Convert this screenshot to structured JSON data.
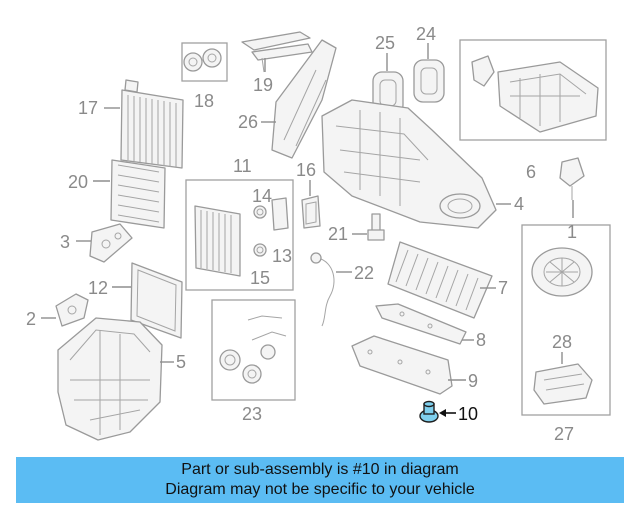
{
  "highlighted_part": "10",
  "labels": {
    "l1": "1",
    "l2": "2",
    "l3": "3",
    "l4": "4",
    "l5": "5",
    "l6": "6",
    "l7": "7",
    "l8": "8",
    "l9": "9",
    "l10": "10",
    "l11": "11",
    "l12": "12",
    "l13": "13",
    "l14": "14",
    "l15": "15",
    "l16": "16",
    "l17": "17",
    "l18": "18",
    "l19": "19",
    "l20": "20",
    "l21": "21",
    "l22": "22",
    "l23": "23",
    "l24": "24",
    "l25": "25",
    "l26": "26",
    "l27": "27",
    "l28": "28"
  },
  "banner": {
    "line1": "Part or sub-assembly is #10 in diagram",
    "line2": "Diagram may not be specific to your vehicle"
  },
  "colors": {
    "banner_bg": "#5bbcf3",
    "highlight_fill": "#7fd0ee",
    "line_gray": "#9a9a9a"
  }
}
